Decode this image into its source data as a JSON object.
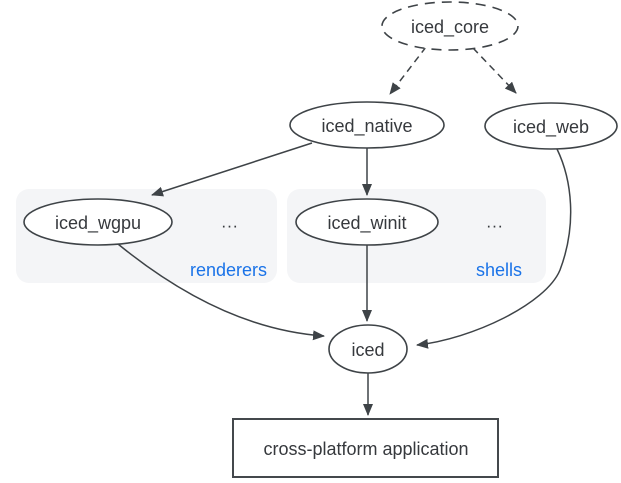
{
  "diagram": {
    "nodes": {
      "iced_core": "iced_core",
      "iced_native": "iced_native",
      "iced_web": "iced_web",
      "iced_wgpu": "iced_wgpu",
      "iced_winit": "iced_winit",
      "iced": "iced",
      "cross_platform_application": "cross-platform application"
    },
    "groups": {
      "renderers": {
        "label": "renderers",
        "more": "..."
      },
      "shells": {
        "label": "shells",
        "more": "..."
      }
    },
    "colors": {
      "background": "#ffffff",
      "node_fill": "#ffffff",
      "node_stroke": "#3e4347",
      "edge": "#3e4347",
      "text": "#36393d",
      "accent_blue": "#1a73e8",
      "group_fill": "#f4f5f7"
    }
  }
}
